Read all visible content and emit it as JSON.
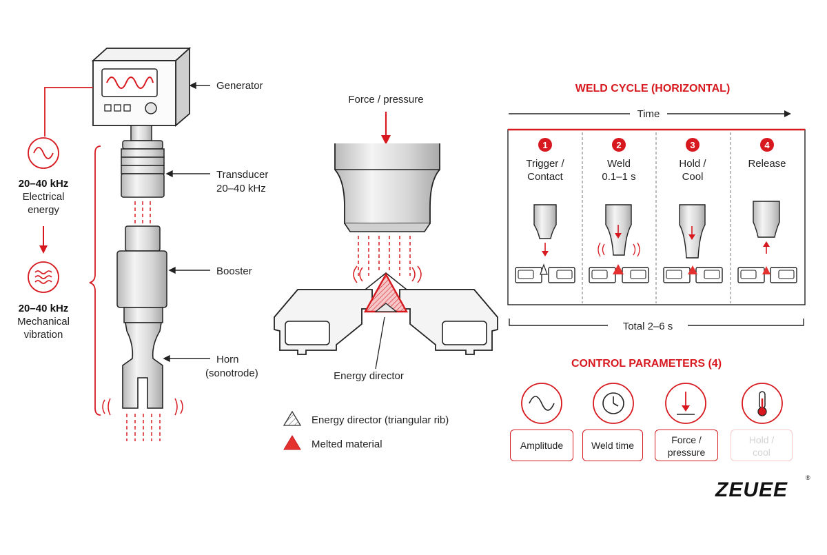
{
  "generator_label": "Generator",
  "transducer_label": [
    "Transducer",
    "20–40 kHz"
  ],
  "booster_label": "Booster",
  "horn_label": [
    "Horn",
    "(sonotrode)"
  ],
  "electrical": {
    "freq": "20–40 kHz",
    "line2": "Electrical",
    "line3": "energy"
  },
  "mechanical": {
    "freq": "20–40 kHz",
    "line2": "Mechanical",
    "line3": "vibration"
  },
  "force_label": "Force / pressure",
  "energy_director_label": "Energy director",
  "legend": [
    {
      "text": "Energy director (triangular rib)",
      "icon": "hatched-triangle-icon"
    },
    {
      "text": "Melted material",
      "icon": "red-triangle-icon"
    }
  ],
  "weld_cycle": {
    "title": "WELD CYCLE (HORIZONTAL)",
    "time_label": "Time",
    "total_label": "Total 2–6 s",
    "steps": [
      {
        "num": "1",
        "line1": "Trigger /",
        "line2": "Contact"
      },
      {
        "num": "2",
        "line1": "Weld",
        "line2": "0.1–1 s"
      },
      {
        "num": "3",
        "line1": "Hold /",
        "line2": "Cool"
      },
      {
        "num": "4",
        "line1": "Release",
        "line2": ""
      }
    ]
  },
  "control": {
    "title": "CONTROL PARAMETERS (4)",
    "params": [
      {
        "label": "Amplitude",
        "icon": "sine-wave-icon"
      },
      {
        "label": "Weld time",
        "icon": "clock-icon"
      },
      {
        "label": "Force / pressure",
        "line1": "Force /",
        "line2": "pressure",
        "icon": "down-arrow-force-icon"
      },
      {
        "label": "Hold / cool",
        "line1": "Hold /",
        "line2": "cool",
        "icon": "thermometer-icon"
      }
    ]
  },
  "brand": "ZEUEE",
  "brand_mark": "®",
  "colors": {
    "accent": "#d7191f",
    "ink": "#222222",
    "metal": "#d9d9d9"
  }
}
